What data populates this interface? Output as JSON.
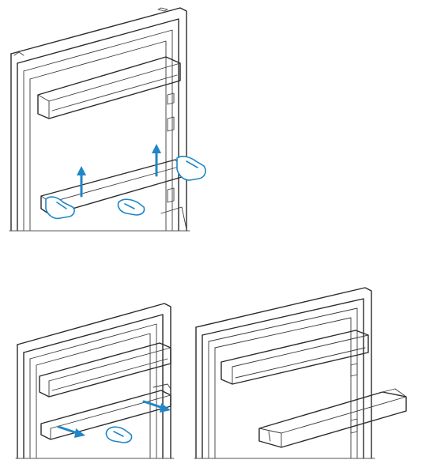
{
  "figure": {
    "panels": [
      {
        "id": "step-1",
        "action": "lift-bin-up"
      },
      {
        "id": "step-2",
        "action": "pull-bin-out"
      },
      {
        "id": "step-3",
        "action": "bin-removed"
      }
    ]
  },
  "colors": {
    "line": "#2b2b2b",
    "arrow": "#1f86c8",
    "hand_stroke": "#1f86c8",
    "background": "#ffffff"
  },
  "icons": [
    "hand-icon",
    "up-arrow-icon",
    "outward-arrow-icon"
  ]
}
